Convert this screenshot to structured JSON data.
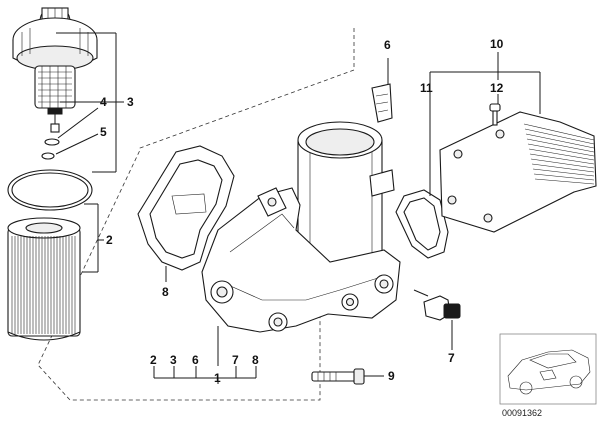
{
  "diagram": {
    "callouts": {
      "c1": "1",
      "c2": "2",
      "c3": "3",
      "c4": "4",
      "c5": "5",
      "c6": "6",
      "c7": "7",
      "c8": "8",
      "c9": "9",
      "c10": "10",
      "c11": "11",
      "c12": "12"
    },
    "bottom_row": [
      "2",
      "3",
      "6",
      "7",
      "8"
    ],
    "doc_number": "00091362"
  }
}
